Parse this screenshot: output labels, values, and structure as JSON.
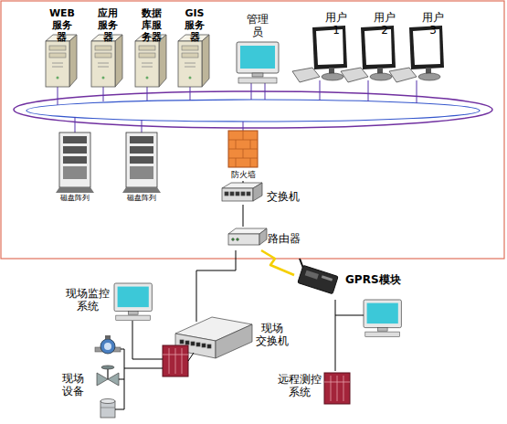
{
  "diagram": {
    "nodes": [
      {
        "text": [
          "WEB 服务 器"
        ]
      },
      {
        "text": [
          "应用 服务 器"
        ]
      },
      {
        "text": [
          "数据 库服 务器"
        ]
      },
      {
        "text": [
          "GIS 服务 器"
        ]
      },
      {
        "text": [
          "管理 员"
        ]
      },
      {
        "text": [
          "用户 1"
        ]
      },
      {
        "text": [
          "用户 2"
        ]
      },
      {
        "text": [
          "用户 3"
        ]
      },
      {
        "text": [
          "磁盘阵列"
        ]
      },
      {
        "text": [
          "磁盘阵列"
        ]
      },
      {
        "text": [
          "防火墙"
        ]
      },
      {
        "text": [
          "交换机"
        ]
      },
      {
        "text": [
          "路由器"
        ]
      },
      {
        "text": [
          "GPRS模块"
        ]
      },
      {
        "text": [
          "现场监控 系统"
        ]
      },
      {
        "text": [
          "现场 交换机"
        ]
      },
      {
        "text": [
          "现场 设备"
        ]
      },
      {
        "text": [
          "远程测控 系统"
        ]
      }
    ],
    "edges": [
      {
        "from": 10,
        "to": 11,
        "arrow": "none"
      },
      {
        "from": 11,
        "to": 12,
        "arrow": "none"
      },
      {
        "from": 12,
        "to": 13,
        "arrow": "none"
      },
      {
        "from": 12,
        "to": 15,
        "arrow": "none"
      },
      {
        "from": 13,
        "to": 17,
        "arrow": "none"
      }
    ]
  }
}
